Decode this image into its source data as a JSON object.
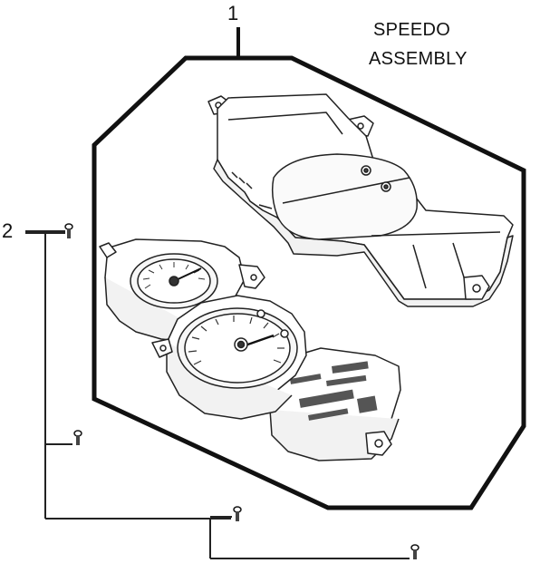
{
  "diagram": {
    "title_lines": [
      "SPEEDO",
      "ASSEMBLY"
    ],
    "callouts": [
      {
        "number": "1",
        "part": "speedo-assembly"
      },
      {
        "number": "2",
        "part": "screw"
      }
    ],
    "colors": {
      "outline": "#111111",
      "line": "#222222",
      "fill": "#ffffff",
      "shade": "#eeeeee"
    }
  }
}
